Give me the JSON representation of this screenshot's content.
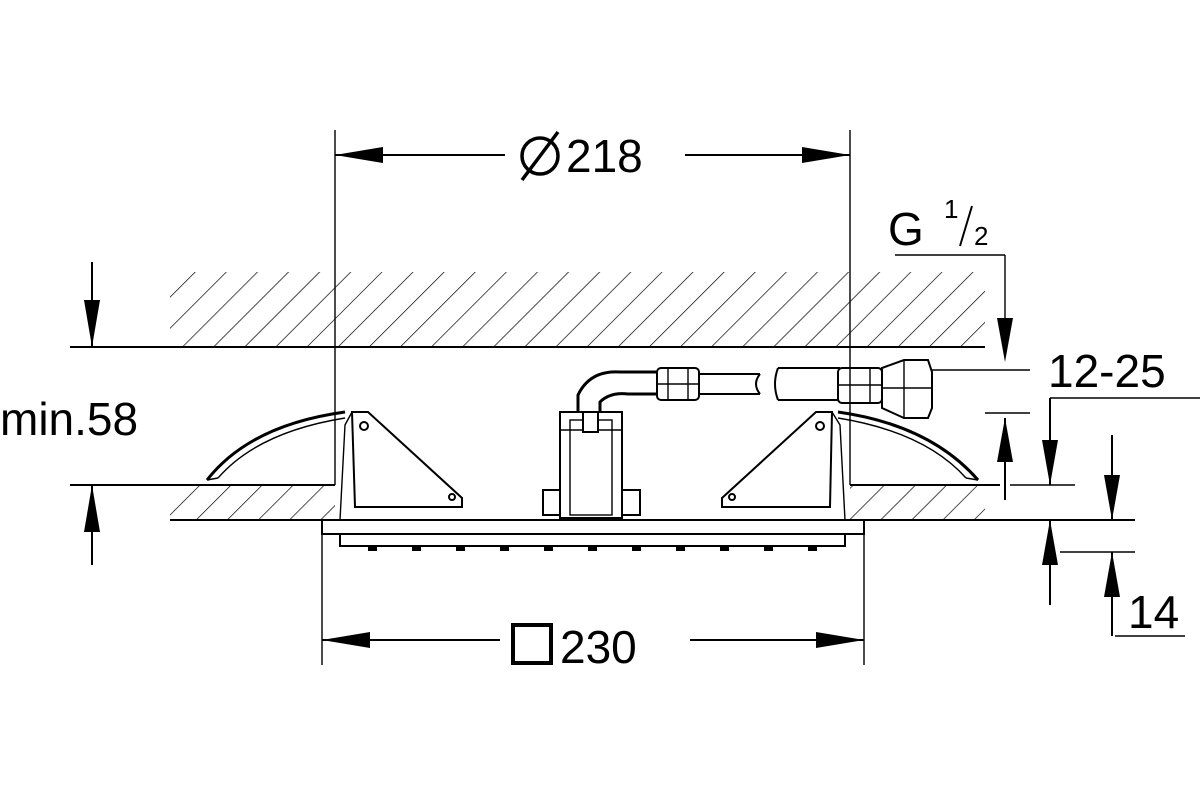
{
  "dimensions": {
    "diameter": "218",
    "square": "230",
    "min_label": "min.58",
    "thread_letter": "G",
    "thread_num": "1",
    "thread_den": "2",
    "range": "12-25",
    "plate": "14"
  },
  "colors": {
    "line": "#000000",
    "background": "#ffffff"
  }
}
